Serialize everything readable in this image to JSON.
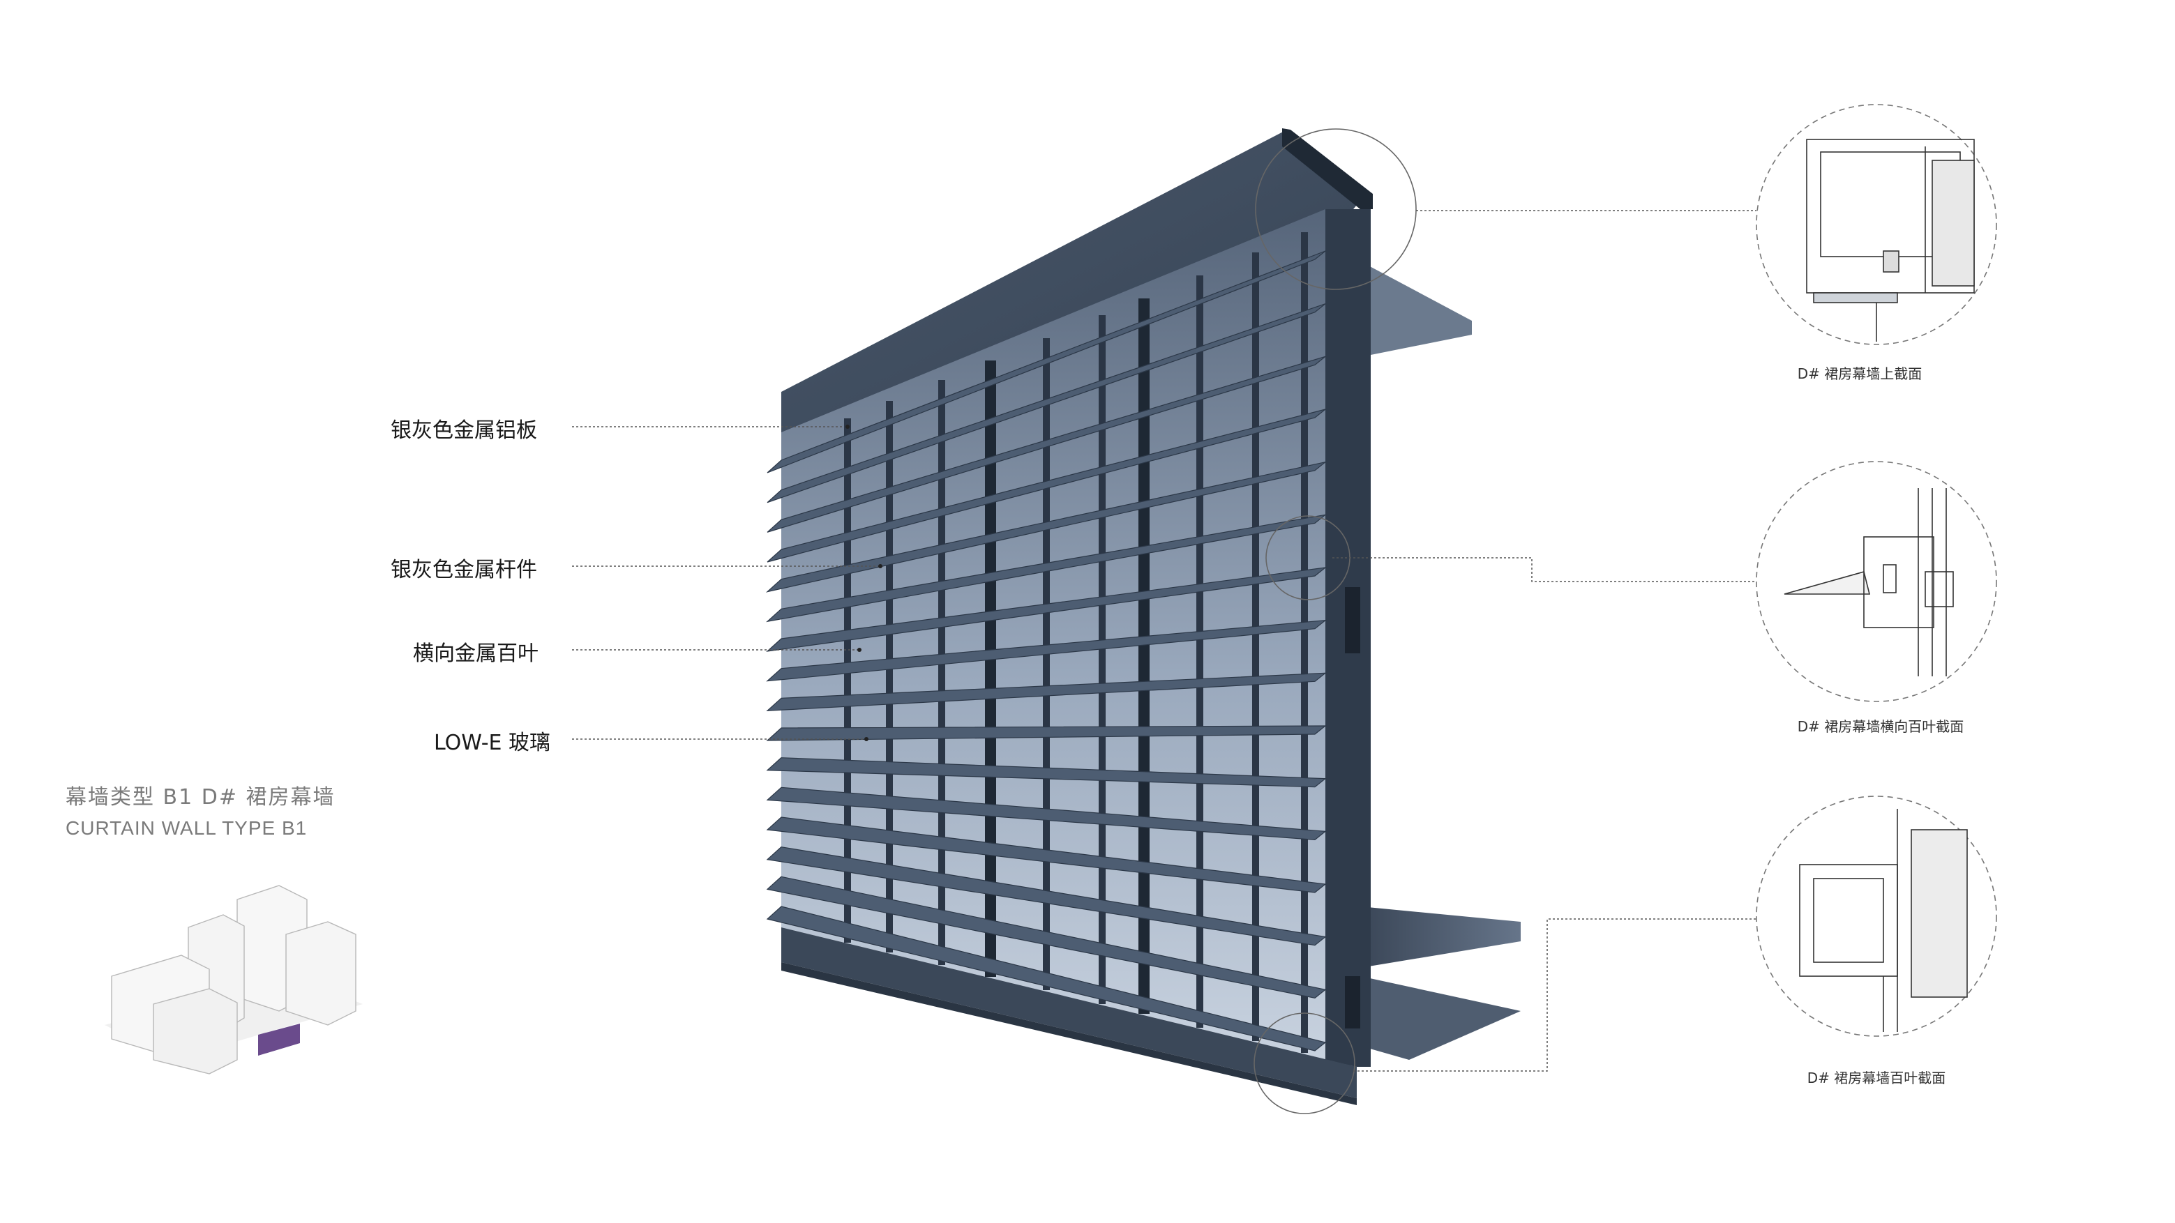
{
  "callouts": [
    {
      "id": "panel",
      "text": "银灰色金属铝板"
    },
    {
      "id": "mullion",
      "text": "银灰色金属杆件"
    },
    {
      "id": "louver",
      "text": "横向金属百叶"
    },
    {
      "id": "glass",
      "text": "LOW-E 玻璃"
    }
  ],
  "wall_type": {
    "cn": "幕墙类型 B1  D# 裙房幕墙",
    "en": "CURTAIN WALL TYPE B1"
  },
  "details": [
    {
      "id": "top",
      "caption": "D# 裙房幕墙上截面"
    },
    {
      "id": "louver",
      "caption": "D# 裙房幕墙横向百叶截面"
    },
    {
      "id": "bottom",
      "caption": "D# 裙房幕墙百叶截面"
    }
  ],
  "colors": {
    "frame": "#3c4a5c",
    "frame_dark": "#263140",
    "glass": "#a9b6c8",
    "louver": "#56677c",
    "leader": "#555555",
    "accent_purple": "#6a4b8c"
  }
}
